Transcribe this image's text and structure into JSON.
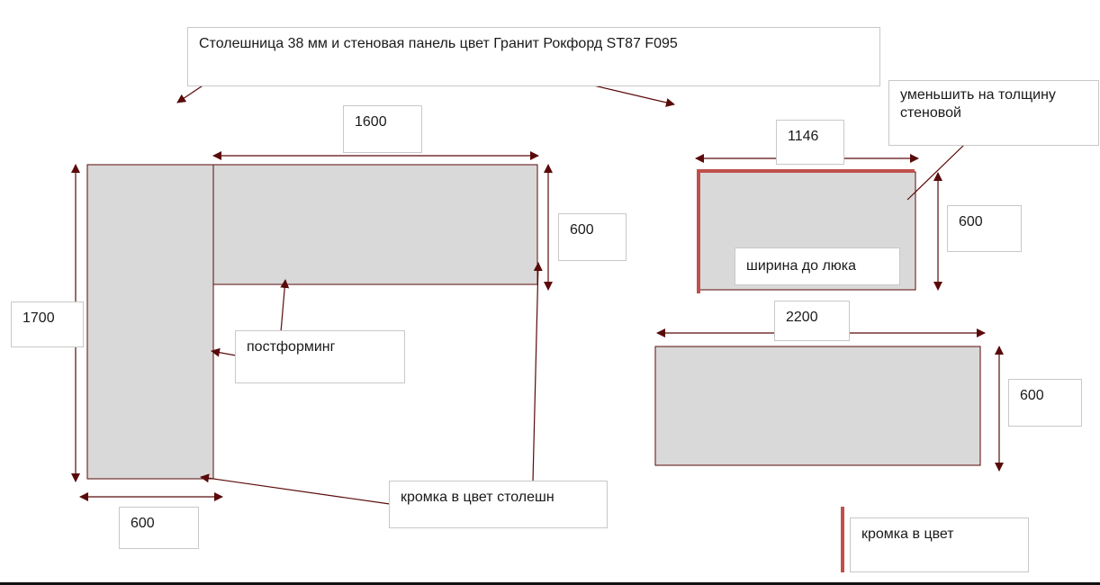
{
  "title": "Столешница 38 мм и стеновая панель цвет Гранит Рокфорд ST87 F095",
  "notes": {
    "reduce": "уменьшить на толщину стеновой",
    "width_to_hatch": "ширина до люка",
    "postforming": "постформинг",
    "edge_countertop": "кромка в цвет столешн",
    "edge_legend": "кромка в цвет"
  },
  "dimensions": {
    "top_length": "1600",
    "top_depth": "600",
    "side_length": "1700",
    "side_depth": "600",
    "small_length": "1146",
    "small_depth": "600",
    "long_length": "2200",
    "long_depth": "600"
  },
  "colors": {
    "panel_fill": "#d9d9d9",
    "outline": "#5a0a0a",
    "edge_band": "#c0504d",
    "label_border": "#c8c8c8"
  }
}
